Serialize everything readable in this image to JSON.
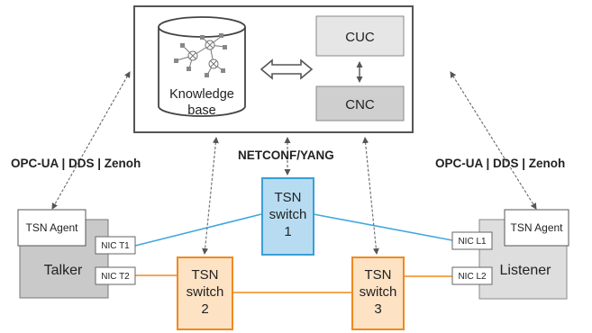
{
  "central": {
    "knowledge_base_line1": "Knowledge",
    "knowledge_base_line2": "base",
    "cuc": "CUC",
    "cnc": "CNC"
  },
  "protocols": {
    "left": "OPC-UA | DDS | Zenoh",
    "right": "OPC-UA | DDS | Zenoh",
    "center": "NETCONF/YANG"
  },
  "talker": {
    "agent": "TSN Agent",
    "name": "Talker",
    "nic1": "NIC T1",
    "nic2": "NIC T2"
  },
  "listener": {
    "agent": "TSN Agent",
    "name": "Listener",
    "nic1": "NIC L1",
    "nic2": "NIC L2"
  },
  "switches": [
    {
      "line1": "TSN",
      "line2": "switch",
      "line3": "1"
    },
    {
      "line1": "TSN",
      "line2": "switch",
      "line3": "2"
    },
    {
      "line1": "TSN",
      "line2": "switch",
      "line3": "3"
    }
  ],
  "colors": {
    "blue_link": "#41a8dc",
    "orange_link": "#ee8a1f",
    "switch1_fill": "#b7dcf2",
    "switch_orange_fill": "#fde2c4",
    "device_gray": "#c9c9c9",
    "listener_gray": "#dedede",
    "controller_gray": "#e6e6e6",
    "cnc_gray": "#cfcfcf"
  }
}
